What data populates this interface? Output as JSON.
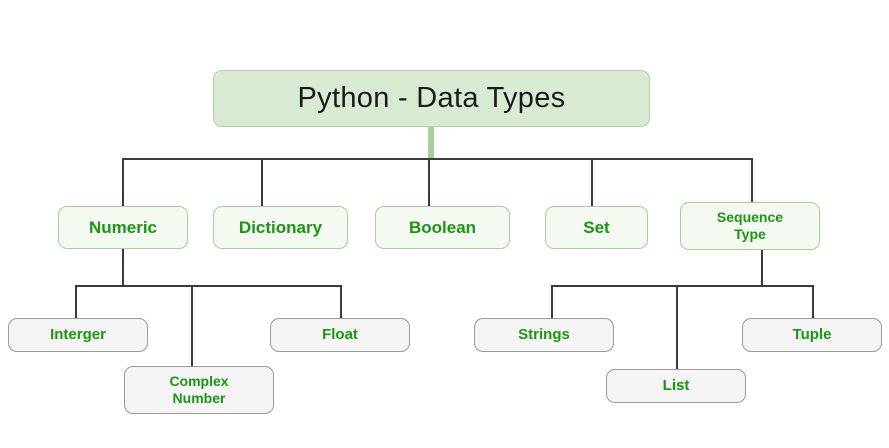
{
  "diagram": {
    "title": "Python - Data Types",
    "colors": {
      "root_fill": "#d9ead3",
      "root_border": "#b5cfa6",
      "root_text": "#1a1a1a",
      "level2_fill": "#f4faf1",
      "level2_border": "#a8cf96",
      "level2_text": "#1a9612",
      "level3_fill": "#f4f4f4",
      "level3_border": "#9a9a9a",
      "level3_text": "#1a9612",
      "connector": "#3b3b3b",
      "root_connector": "#a9cf9a",
      "background": "#ffffff"
    },
    "root": {
      "label": "Python - Data Types"
    },
    "level2": [
      {
        "key": "numeric",
        "label": "Numeric"
      },
      {
        "key": "dictionary",
        "label": "Dictionary"
      },
      {
        "key": "boolean",
        "label": "Boolean"
      },
      {
        "key": "set",
        "label": "Set"
      },
      {
        "key": "sequence",
        "label": "Sequence\nType"
      }
    ],
    "level3": [
      {
        "key": "interger",
        "label": "Interger",
        "parent": "numeric"
      },
      {
        "key": "complex",
        "label": "Complex\nNumber",
        "parent": "numeric"
      },
      {
        "key": "float",
        "label": "Float",
        "parent": "numeric"
      },
      {
        "key": "strings",
        "label": "Strings",
        "parent": "sequence"
      },
      {
        "key": "list",
        "label": "List",
        "parent": "sequence"
      },
      {
        "key": "tuple",
        "label": "Tuple",
        "parent": "sequence"
      }
    ]
  }
}
